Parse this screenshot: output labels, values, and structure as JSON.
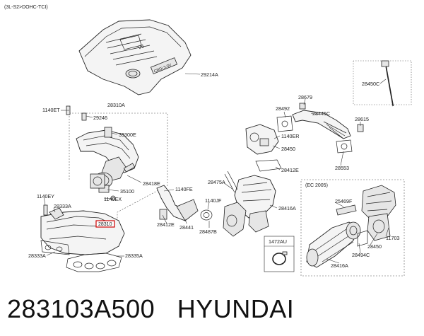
{
  "header": {
    "engine_note": "(3L-S2>DOHC-TCI)"
  },
  "cover": {
    "v_mark": "V6",
    "script_text": "CRDi 3.0V"
  },
  "highlight_tag": "28310",
  "callouts": [
    {
      "id": "29214A",
      "text": "29214A"
    },
    {
      "id": "28310A",
      "text": "28310A"
    },
    {
      "id": "1140ET",
      "text": "1140ET"
    },
    {
      "id": "29246",
      "text": "29246"
    },
    {
      "id": "39300E",
      "text": "39300E"
    },
    {
      "id": "28418E",
      "text": "28418E"
    },
    {
      "id": "35100",
      "text": "35100"
    },
    {
      "id": "1140EX",
      "text": "1140EX"
    },
    {
      "id": "1140EY",
      "text": "1140EY"
    },
    {
      "id": "28333A_top",
      "text": "28333A"
    },
    {
      "id": "28333A_bot",
      "text": "28333A"
    },
    {
      "id": "28335A",
      "text": "28335A"
    },
    {
      "id": "1140FE",
      "text": "1140FE"
    },
    {
      "id": "28412E_left",
      "text": "28412E"
    },
    {
      "id": "28441",
      "text": "28441"
    },
    {
      "id": "1140JF",
      "text": "1140JF"
    },
    {
      "id": "28487B",
      "text": "28487B"
    },
    {
      "id": "28475A",
      "text": "28475A"
    },
    {
      "id": "28492",
      "text": "28492"
    },
    {
      "id": "28679",
      "text": "28679"
    },
    {
      "id": "28445C",
      "text": "28445C"
    },
    {
      "id": "28615",
      "text": "28615"
    },
    {
      "id": "1140ER",
      "text": "1140ER"
    },
    {
      "id": "28450_top",
      "text": "28450"
    },
    {
      "id": "28412E_right",
      "text": "28412E"
    },
    {
      "id": "28553",
      "text": "28553"
    },
    {
      "id": "28416A_mid",
      "text": "28416A"
    },
    {
      "id": "28450C",
      "text": "28450C"
    },
    {
      "id": "1472AU",
      "text": "1472AU"
    },
    {
      "id": "25469F",
      "text": "25469F"
    },
    {
      "id": "11703",
      "text": "11703"
    },
    {
      "id": "28450_box",
      "text": "28450"
    },
    {
      "id": "28494C",
      "text": "28494C"
    },
    {
      "id": "28416A_box",
      "text": "28416A"
    }
  ],
  "ec_box": {
    "title": "(EC 2005)"
  },
  "caption": {
    "part_number": "283103A500",
    "brand": "HYUNDAI"
  }
}
